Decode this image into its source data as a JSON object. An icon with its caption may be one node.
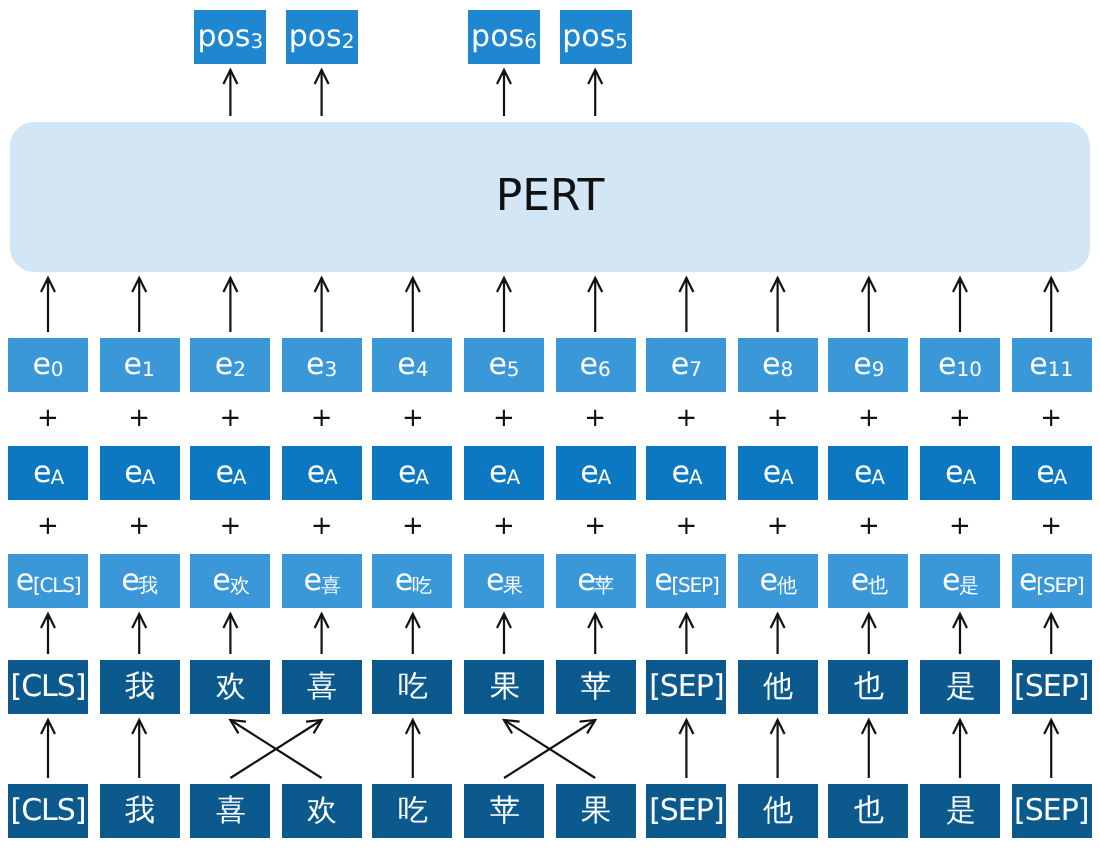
{
  "diagram": {
    "nodes": [
      {
        "text": [
          "pos$_{3}$"
        ]
      },
      {
        "text": [
          "pos$_{2}$"
        ]
      },
      {
        "text": [
          "pos$_{6}$"
        ]
      },
      {
        "text": [
          "pos$_{5}$"
        ]
      },
      {
        "text": [
          "PERT"
        ]
      },
      {
        "text": [
          "e$_{0}$"
        ]
      },
      {
        "text": [
          "e$_{1}$"
        ]
      },
      {
        "text": [
          "e$_{2}$"
        ]
      },
      {
        "text": [
          "e$_{3}$"
        ]
      },
      {
        "text": [
          "e$_{4}$"
        ]
      },
      {
        "text": [
          "e$_{5}$"
        ]
      },
      {
        "text": [
          "e$_{6}$"
        ]
      },
      {
        "text": [
          "e$_{7}$"
        ]
      },
      {
        "text": [
          "e$_{8}$"
        ]
      },
      {
        "text": [
          "e$_{9}$"
        ]
      },
      {
        "text": [
          "e$_{10}$"
        ]
      },
      {
        "text": [
          "e$_{11}$"
        ]
      },
      {
        "text": [
          "e$_{A}$"
        ]
      },
      {
        "text": [
          "e$_{A}$"
        ]
      },
      {
        "text": [
          "e$_{A}$"
        ]
      },
      {
        "text": [
          "e$_{A}$"
        ]
      },
      {
        "text": [
          "e$_{A}$"
        ]
      },
      {
        "text": [
          "e$_{A}$"
        ]
      },
      {
        "text": [
          "e$_{A}$"
        ]
      },
      {
        "text": [
          "e$_{A}$"
        ]
      },
      {
        "text": [
          "e$_{A}$"
        ]
      },
      {
        "text": [
          "e$_{A}$"
        ]
      },
      {
        "text": [
          "e$_{A}$"
        ]
      },
      {
        "text": [
          "e$_{A}$"
        ]
      },
      {
        "text": [
          "e$_{[CLS]}$"
        ]
      },
      {
        "text": [
          "e$_{我}$"
        ]
      },
      {
        "text": [
          "e$_{欢}$"
        ]
      },
      {
        "text": [
          "e$_{喜}$"
        ]
      },
      {
        "text": [
          "e$_{吃}$"
        ]
      },
      {
        "text": [
          "e$_{果}$"
        ]
      },
      {
        "text": [
          "e$_{苹}$"
        ]
      },
      {
        "text": [
          "e$_{[SEP]}$"
        ]
      },
      {
        "text": [
          "e$_{他}$"
        ]
      },
      {
        "text": [
          "e$_{也}$"
        ]
      },
      {
        "text": [
          "e$_{是}$"
        ]
      },
      {
        "text": [
          "e$_{[SEP]}$"
        ]
      },
      {
        "text": [
          "[CLS]"
        ]
      },
      {
        "text": [
          "我"
        ]
      },
      {
        "text": [
          "欢"
        ]
      },
      {
        "text": [
          "喜"
        ]
      },
      {
        "text": [
          "吃"
        ]
      },
      {
        "text": [
          "果"
        ]
      },
      {
        "text": [
          "苹"
        ]
      },
      {
        "text": [
          "[SEP]"
        ]
      },
      {
        "text": [
          "他"
        ]
      },
      {
        "text": [
          "也"
        ]
      },
      {
        "text": [
          "是"
        ]
      },
      {
        "text": [
          "[SEP]"
        ]
      },
      {
        "text": [
          "[CLS]"
        ]
      },
      {
        "text": [
          "我"
        ]
      },
      {
        "text": [
          "喜"
        ]
      },
      {
        "text": [
          "欢"
        ]
      },
      {
        "text": [
          "吃"
        ]
      },
      {
        "text": [
          "苹"
        ]
      },
      {
        "text": [
          "果"
        ]
      },
      {
        "text": [
          "[SEP]"
        ]
      },
      {
        "text": [
          "他"
        ]
      },
      {
        "text": [
          "也"
        ]
      },
      {
        "text": [
          "是"
        ]
      },
      {
        "text": [
          "[SEP]"
        ]
      }
    ],
    "edges": [
      {
        "from": 4,
        "to": 0,
        "arrow": "to"
      },
      {
        "from": 4,
        "to": 1,
        "arrow": "to"
      },
      {
        "from": 4,
        "to": 2,
        "arrow": "to"
      },
      {
        "from": 4,
        "to": 3,
        "arrow": "to"
      },
      {
        "from": 5,
        "to": 4,
        "arrow": "to"
      },
      {
        "from": 6,
        "to": 4,
        "arrow": "to"
      },
      {
        "from": 7,
        "to": 4,
        "arrow": "to"
      },
      {
        "from": 8,
        "to": 4,
        "arrow": "to"
      },
      {
        "from": 9,
        "to": 4,
        "arrow": "to"
      },
      {
        "from": 10,
        "to": 4,
        "arrow": "to"
      },
      {
        "from": 11,
        "to": 4,
        "arrow": "to"
      },
      {
        "from": 12,
        "to": 4,
        "arrow": "to"
      },
      {
        "from": 13,
        "to": 4,
        "arrow": "to"
      },
      {
        "from": 14,
        "to": 4,
        "arrow": "to"
      },
      {
        "from": 15,
        "to": 4,
        "arrow": "to"
      },
      {
        "from": 16,
        "to": 4,
        "arrow": "to"
      },
      {
        "from": 41,
        "to": 29,
        "arrow": "to"
      },
      {
        "from": 42,
        "to": 30,
        "arrow": "to"
      },
      {
        "from": 43,
        "to": 31,
        "arrow": "to"
      },
      {
        "from": 44,
        "to": 32,
        "arrow": "to"
      },
      {
        "from": 45,
        "to": 33,
        "arrow": "to"
      },
      {
        "from": 46,
        "to": 34,
        "arrow": "to"
      },
      {
        "from": 47,
        "to": 35,
        "arrow": "to"
      },
      {
        "from": 48,
        "to": 36,
        "arrow": "to"
      },
      {
        "from": 49,
        "to": 37,
        "arrow": "to"
      },
      {
        "from": 50,
        "to": 38,
        "arrow": "to"
      },
      {
        "from": 51,
        "to": 39,
        "arrow": "to"
      },
      {
        "from": 52,
        "to": 40,
        "arrow": "to"
      },
      {
        "from": 53,
        "to": 41,
        "arrow": "to"
      },
      {
        "from": 54,
        "to": 42,
        "arrow": "to"
      },
      {
        "from": 55,
        "to": 44,
        "arrow": "to"
      },
      {
        "from": 56,
        "to": 43,
        "arrow": "to"
      },
      {
        "from": 57,
        "to": 45,
        "arrow": "to"
      },
      {
        "from": 58,
        "to": 47,
        "arrow": "to"
      },
      {
        "from": 59,
        "to": 46,
        "arrow": "to"
      },
      {
        "from": 60,
        "to": 48,
        "arrow": "to"
      },
      {
        "from": 61,
        "to": 49,
        "arrow": "to"
      },
      {
        "from": 62,
        "to": 50,
        "arrow": "to"
      },
      {
        "from": 63,
        "to": 51,
        "arrow": "to"
      },
      {
        "from": 64,
        "to": 52,
        "arrow": "to"
      }
    ],
    "labels": [
      "+",
      "+",
      "+",
      "+",
      "+",
      "+",
      "+",
      "+",
      "+",
      "+",
      "+",
      "+",
      "+",
      "+",
      "+",
      "+",
      "+",
      "+",
      "+",
      "+",
      "+",
      "+",
      "+",
      "+"
    ]
  }
}
